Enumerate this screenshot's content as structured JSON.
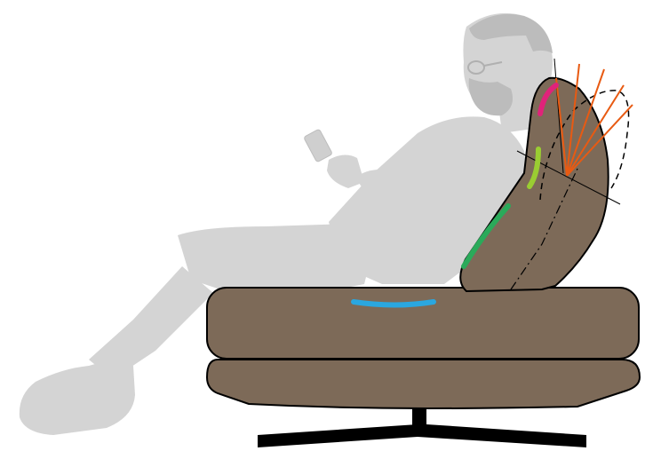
{
  "colors": {
    "background": "#ffffff",
    "figure": "#d4d4d4",
    "figure_dark": "#bcbcbc",
    "upholstery": "#7d6a58",
    "outline": "#000000",
    "base": "#000000",
    "neck_zone": "#e0237a",
    "upper_back_zone": "#9acd32",
    "lower_back_zone": "#2aaa5a",
    "seat_zone": "#2aa7e0",
    "tilt_lines": "#e85a12"
  },
  "icons": [
    "person-silhouette",
    "smartphone",
    "lounge-chair",
    "swivel-base"
  ]
}
